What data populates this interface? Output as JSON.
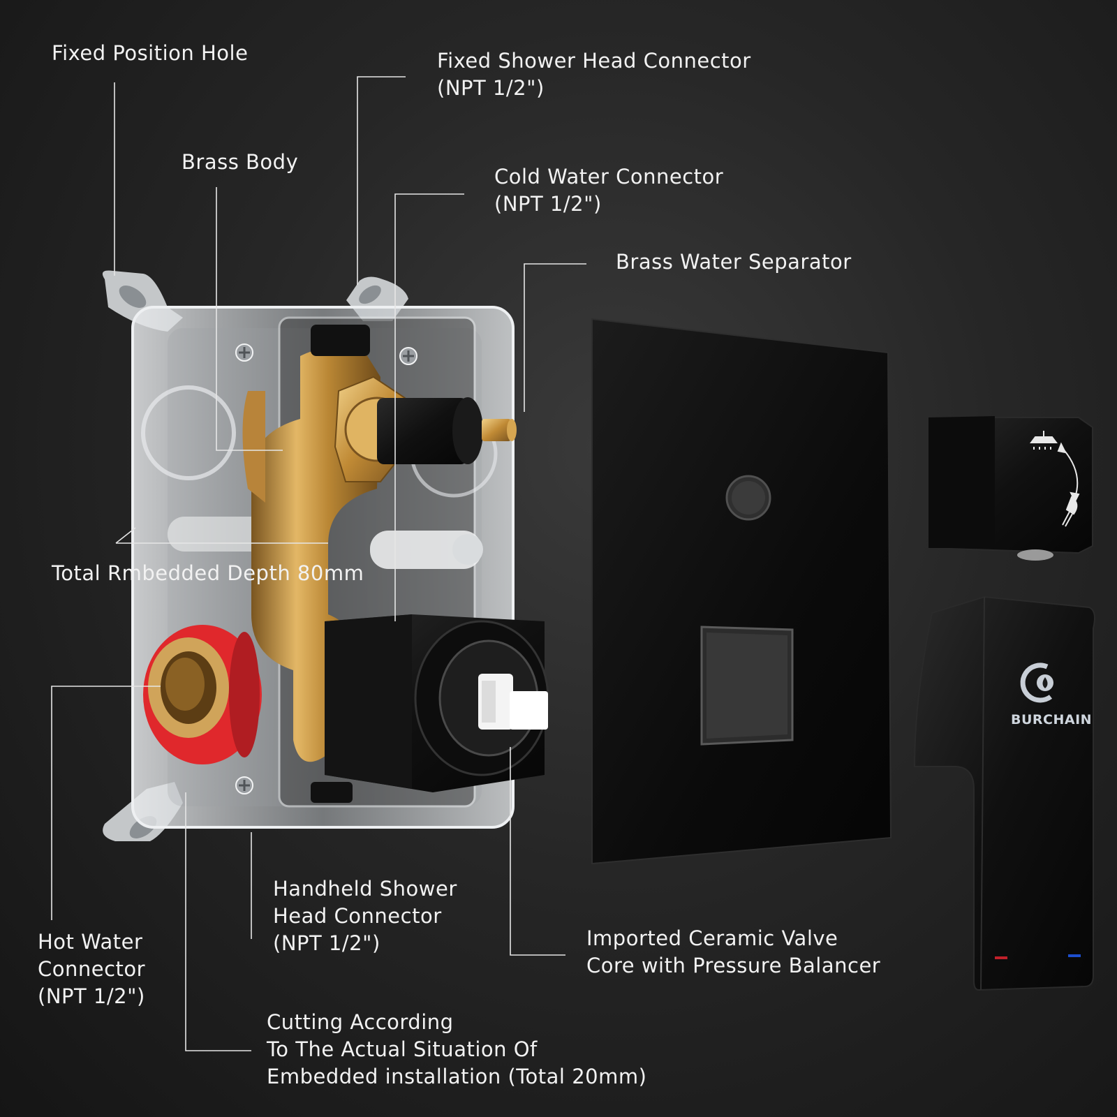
{
  "labels": {
    "fixed_position_hole": "Fixed Position Hole",
    "fixed_shower_head_connector": {
      "line1": "Fixed Shower Head Connector",
      "line2": "(NPT 1/2\")"
    },
    "brass_body": "Brass Body",
    "cold_water_connector": {
      "line1": "Cold Water Connector",
      "line2": "(NPT 1/2\")"
    },
    "brass_water_separator": "Brass Water Separator",
    "total_embedded_depth": "Total Rmbedded Depth 80mm",
    "handheld_shower_head_connector": {
      "line1": "Handheld Shower",
      "line2": "Head Connector",
      "line3": "(NPT 1/2\")"
    },
    "hot_water_connector": {
      "line1": "Hot Water",
      "line2": "Connector",
      "line3": "(NPT 1/2\")"
    },
    "imported_ceramic_valve": {
      "line1": "Imported Ceramic Valve",
      "line2": "Core with Pressure Balancer"
    },
    "cutting_according": {
      "line1": "Cutting According",
      "line2": "To The Actual Situation Of",
      "line3": "Embedded installation (Total 20mm)"
    }
  },
  "brand": {
    "name": "BURCHAIN"
  },
  "colors": {
    "background": "#262626",
    "text": "#f2f2f2",
    "brass": "#c9973f",
    "matte_black": "#0c0c0c",
    "hot_ring": "#e0282c",
    "clear_plastic": "#cfd3d6"
  },
  "icons": [
    "shower-head-icon",
    "handheld-shower-icon",
    "diverter-arrow-icon",
    "brand-logo-icon"
  ]
}
